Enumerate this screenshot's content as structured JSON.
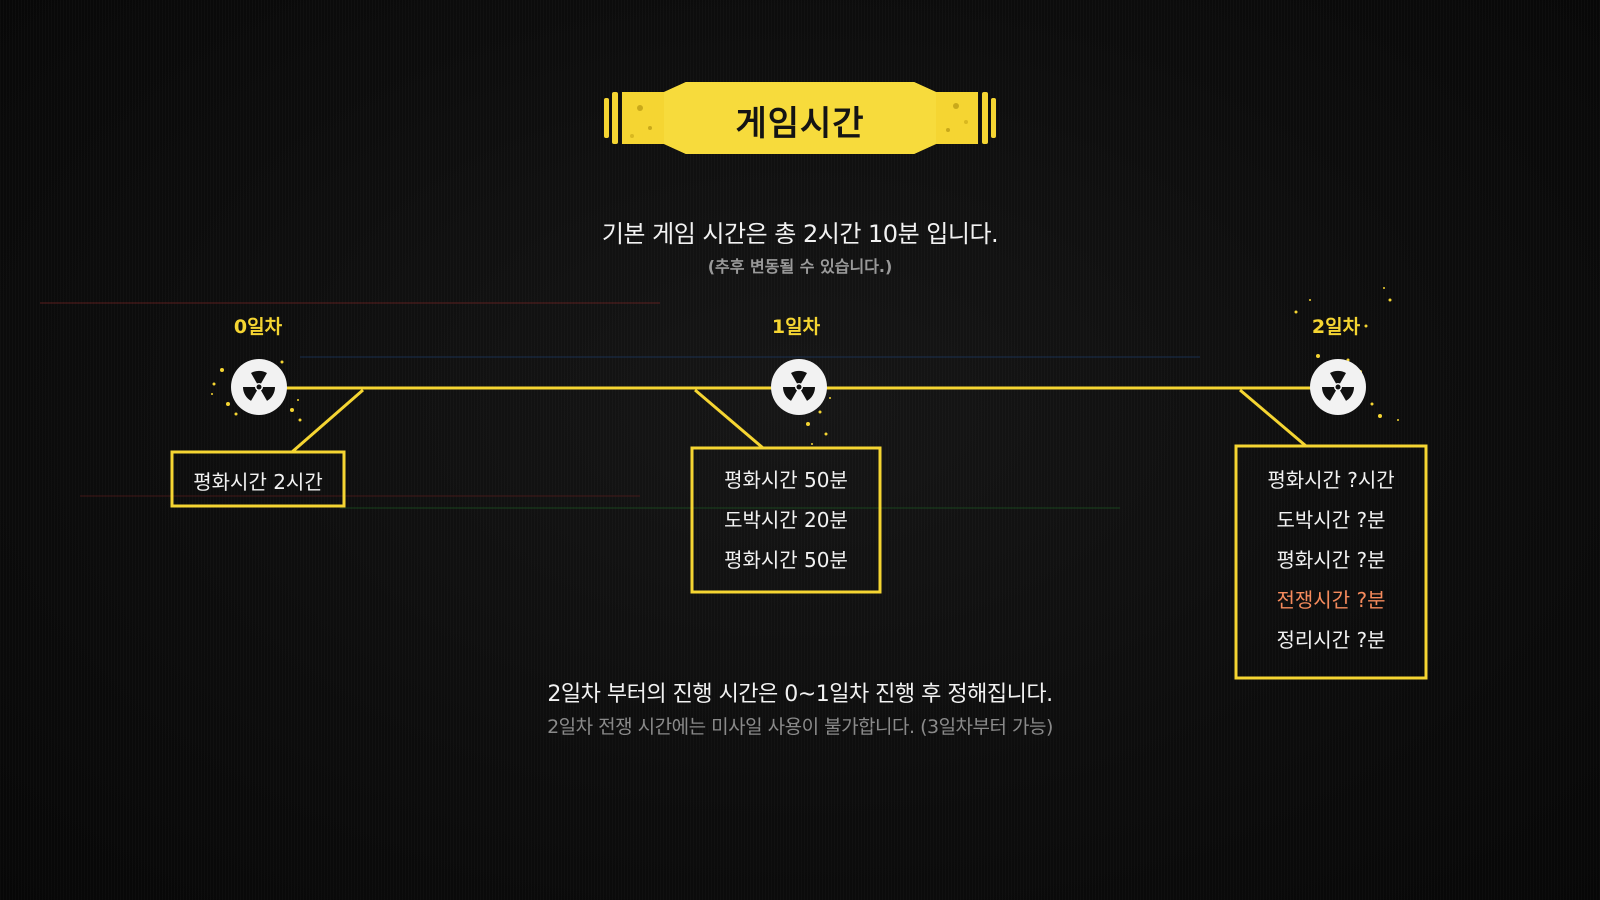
{
  "header": {
    "title": "게임시간"
  },
  "intro": {
    "main": "기본 게임 시간은 총 2시간 10분 입니다.",
    "sub": "(추후 변동될 수 있습니다.)"
  },
  "timeline": {
    "days": [
      {
        "label": "0일차",
        "items": [
          {
            "text": "평화시간 2시간"
          }
        ]
      },
      {
        "label": "1일차",
        "items": [
          {
            "text": "평화시간 50분"
          },
          {
            "text": "도박시간 20분"
          },
          {
            "text": "평화시간 50분"
          }
        ]
      },
      {
        "label": "2일차",
        "items": [
          {
            "text": "평화시간 ?시간"
          },
          {
            "text": "도박시간 ?분"
          },
          {
            "text": "평화시간 ?분"
          },
          {
            "text": "전쟁시간 ?분"
          },
          {
            "text": "정리시간 ?분"
          }
        ]
      }
    ]
  },
  "footer": {
    "main": "2일차 부터의 진행 시간은 0~1일차 진행 후 정해집니다.",
    "sub": "2일차 전쟁 시간에는 미사일 사용이 불가합니다. (3일차부터 가능)"
  },
  "colors": {
    "accent": "#f5d532",
    "war": "#f58a5c",
    "background": "#0b0b0b"
  },
  "icons": {
    "day_node": "radiation-icon"
  }
}
